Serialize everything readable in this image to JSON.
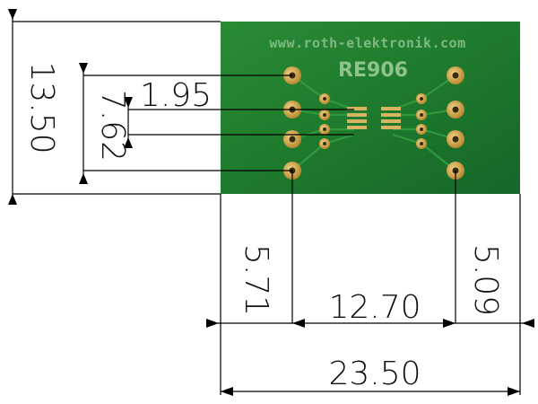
{
  "board": {
    "url": "www.roth-elektronik.com",
    "part": "RE906",
    "color": "#1e7a2c",
    "pad_color": "#c9a24a"
  },
  "dimensions": {
    "height_total": "13.50",
    "pad_row_span": "7.62",
    "pitch": "1.95",
    "left_offset": "5.71",
    "pad_col_span": "12.70",
    "right_offset": "5.09",
    "width_total": "23.50"
  }
}
